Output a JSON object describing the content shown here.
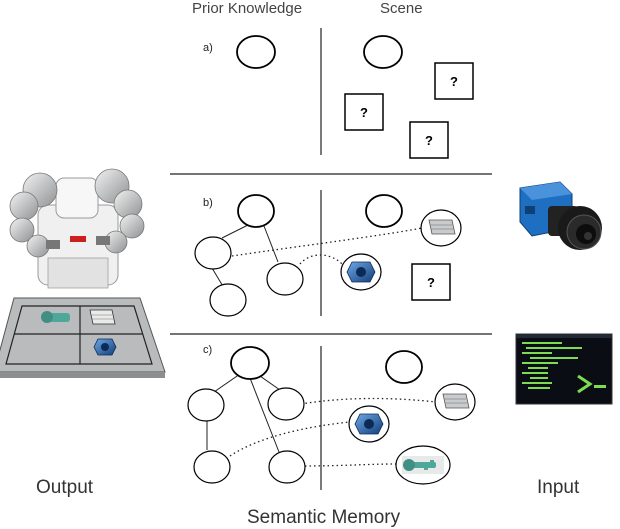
{
  "headers": {
    "prior_knowledge": "Prior Knowledge",
    "scene": "Scene"
  },
  "panels": {
    "a": "a)",
    "b": "b)",
    "c": "c)"
  },
  "unknown_marker": "?",
  "labels": {
    "output": "Output",
    "input": "Input",
    "semantic_memory": "Semantic Memory"
  },
  "colors": {
    "node_stroke": "#000000",
    "line": "#222222",
    "camera_blue": "#1e6fc2",
    "terminal_bg": "#0a0e14",
    "terminal_green": "#7ddc52",
    "tray_gray": "#b9bbbc"
  },
  "icons": {
    "robot": "dual-arm-robot-image",
    "camera": "industrial-camera-image",
    "terminal": "terminal-screen-image",
    "part_plate": "gray-plate-part",
    "part_nut": "blue-nut-part",
    "part_key": "green-key-part"
  }
}
